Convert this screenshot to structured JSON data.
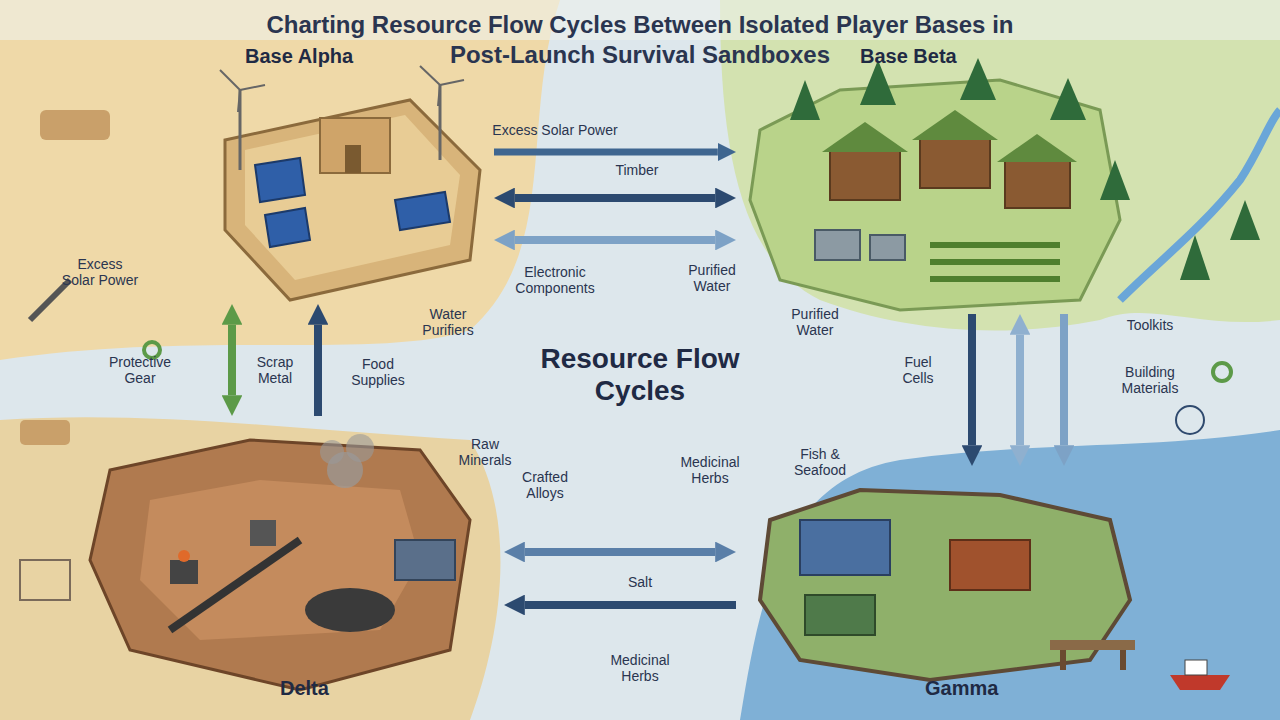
{
  "diagram": {
    "title": "Charting Resource Flow Cycles Between Isolated Player Bases in Post-Launch Survival Sandboxes",
    "nodes": [
      {
        "text": [
          "Base Alpha"
        ]
      },
      {
        "text": [
          "Base Beta"
        ]
      },
      {
        "text": [
          "Delta"
        ]
      },
      {
        "text": [
          "Gamma"
        ]
      }
    ],
    "edges": [
      {
        "from": 0,
        "to": 1,
        "arrow": "to",
        "label": "Excess Solar Power"
      },
      {
        "from": 0,
        "to": 1,
        "arrow": "both",
        "label": "Timber"
      },
      {
        "from": 0,
        "to": 1,
        "arrow": "both",
        "label": "Electronic Components"
      },
      {
        "from": 0,
        "to": 2,
        "arrow": "both",
        "label": "Scrap Metal"
      },
      {
        "from": 2,
        "to": 0,
        "arrow": "to",
        "label": "Food Supplies"
      },
      {
        "from": 1,
        "to": 3,
        "arrow": "to",
        "label": "Fuel Cells"
      },
      {
        "from": 1,
        "to": 3,
        "arrow": "both"
      },
      {
        "from": 1,
        "to": 3,
        "arrow": "to"
      },
      {
        "from": 2,
        "to": 3,
        "arrow": "both"
      },
      {
        "from": 3,
        "to": 2,
        "arrow": "to",
        "label": "Salt"
      }
    ],
    "labels": [
      "Excess Solar Power",
      "Water Purifiers",
      "Purified Water",
      "Purified Water",
      "Protective Gear",
      "Resource Flow Cycles",
      "Toolkits",
      "Building Materials",
      "Raw Minerals",
      "Crafted Alloys",
      "Fish & Seafood",
      "Medicinal Herbs",
      "Medicinal Herbs"
    ]
  }
}
